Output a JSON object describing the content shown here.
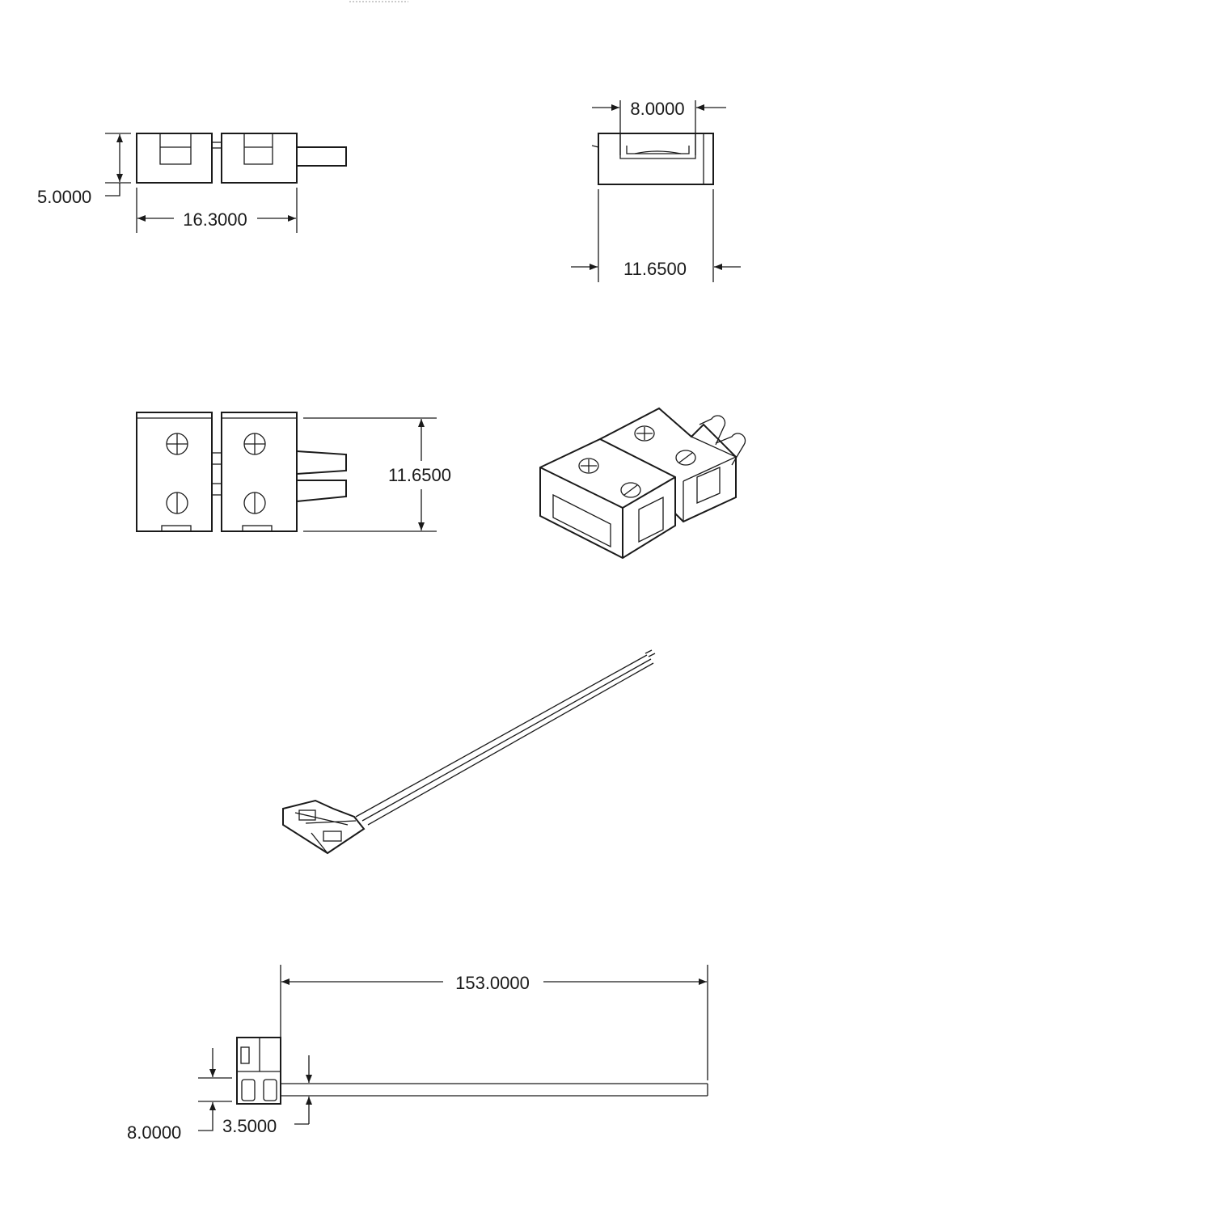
{
  "drawing": {
    "side_view": {
      "height_dim": "5.0000",
      "width_dim": "16.3000"
    },
    "end_view": {
      "slot_dim": "8.0000",
      "width_dim": "11.6500"
    },
    "top_view": {
      "depth_dim": "11.6500"
    },
    "cable_view": {
      "length_dim": "153.0000",
      "pitch_dim": "8.0000",
      "wire_spacing_dim": "3.5000"
    }
  },
  "colors": {
    "line": "#1a1a1a",
    "background": "#ffffff"
  }
}
